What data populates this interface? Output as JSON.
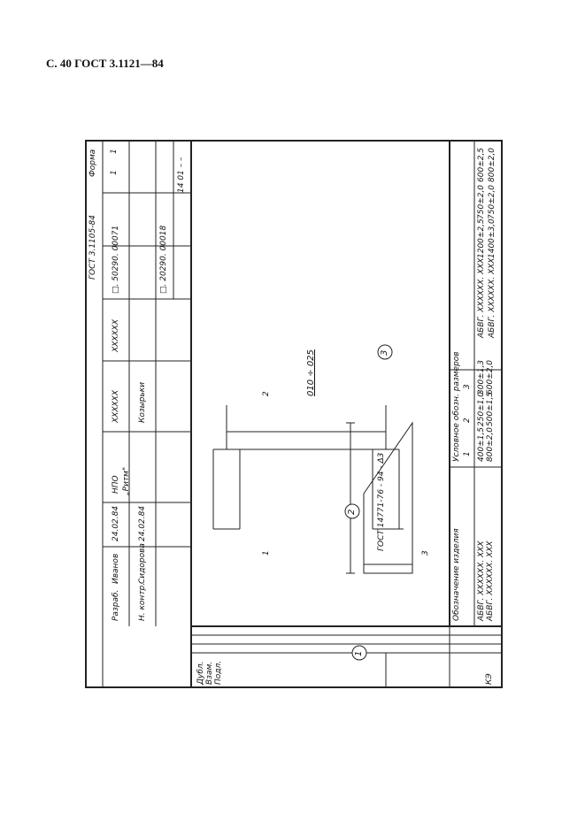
{
  "header": {
    "text": "С. 40 ГОСТ 3.1121—84"
  },
  "stamp": {
    "standard": "ГОСТ 3.1105-84",
    "form_label": "Форма",
    "form_number": "1",
    "sheet_number": "1",
    "side_labels": [
      "Дубл.",
      "Взам.",
      "Подл."
    ],
    "roles": [
      "Разраб.",
      "Н. контр."
    ],
    "names": [
      "Иванов",
      "Сидорова"
    ],
    "dates": [
      "24.02.84",
      "24.02.84"
    ],
    "organization_line1": "НПО",
    "organization_line2": "„Ритм\"",
    "doc_code_1": "□. 50290. 00071",
    "doc_code_2": "□. 20290. 00018",
    "code_1": "XXXXXX",
    "code_2": "XXXXXX",
    "operation_number": "14  01  –  –",
    "item_name": "Козырьки",
    "operation": "010 ÷ 025"
  },
  "callouts": {
    "c1": "1",
    "c2": "2",
    "c3": "3",
    "leader_1": "1",
    "leader_2": "2",
    "leader_3": "3",
    "material": "ГОСТ 14771-76 - 94 - Δ3"
  },
  "size_table": {
    "header_left": "Обозначение изделия",
    "header_right": "Условное обозн. размеров",
    "cols": [
      "1",
      "2",
      "3"
    ],
    "rows": [
      {
        "designation": "АБВГ. XXXXXX. XXX",
        "v1": "400±1,5",
        "v2": "250±1,0",
        "v3": "300±1,3"
      },
      {
        "designation": "АБВГ. XXXXXX. XXX",
        "v1": "800±2,0",
        "v2": "500±1,5",
        "v3": "600±2,0"
      },
      {
        "designation": "АБВГ. XXXXXX. XXX",
        "v1": "1200±2,5",
        "v2": "750±2,0",
        "v3": "600±2,5"
      },
      {
        "designation": "АБВГ. XXXXXX. XXX",
        "v1": "1400±3,0",
        "v2": "750±2,0",
        "v3": "800±2,0"
      }
    ]
  },
  "footer_code": "КЭ"
}
